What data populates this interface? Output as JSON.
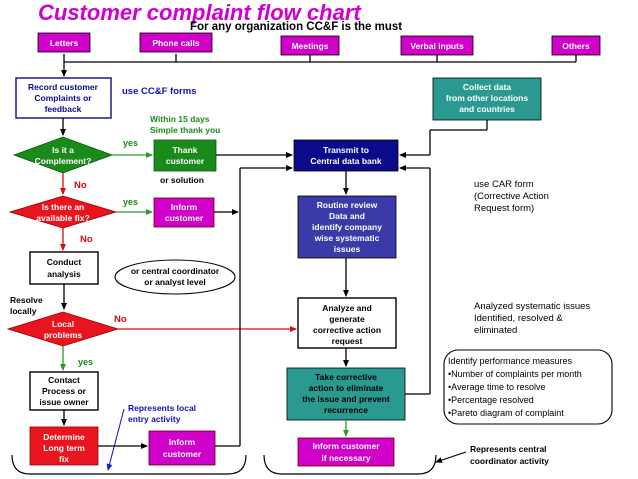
{
  "title": "Customer complaint flow chart",
  "subtitle": "For any organization CC&F is the must",
  "colors": {
    "title": "#d000d0",
    "magenta": "#d000c8",
    "green": "#1a8a1a",
    "red": "#e8141e",
    "teal": "#2a9a90",
    "navy": "#0a0a8a",
    "purple_box": "#3a3aa8",
    "blue_text": "#1010c0",
    "line_red": "#d01010",
    "line_green": "#2a9a2a",
    "line_blue": "#2020c0"
  },
  "inputs": [
    "Letters",
    "Phone calls",
    "Meetings",
    "Verbal inputs",
    "Others"
  ],
  "record": [
    "Record customer",
    "Complaints or",
    "feedback"
  ],
  "use_ccf": "use CC&F forms",
  "decision1": [
    "Is it a",
    "Complement?"
  ],
  "within_note": [
    "Within 15 days",
    "Simple thank you"
  ],
  "yes": "yes",
  "no": "No",
  "thank": [
    "Thank",
    "customer"
  ],
  "or_solution": "or solution",
  "decision2": [
    "Is there an",
    "available fix?"
  ],
  "inform1": [
    "Inform",
    "customer"
  ],
  "conduct": [
    "Conduct",
    "analysis"
  ],
  "or_central": [
    "or central coordinator",
    "or analyst level"
  ],
  "resolve_locally": [
    "Resolve",
    "locally"
  ],
  "decision3": [
    "Local",
    "problems"
  ],
  "contact": [
    "Contact",
    "Process or",
    "issue owner"
  ],
  "represents_local": [
    "Represents local",
    "entry activity"
  ],
  "determine": [
    "Determine",
    "Long term",
    "fix"
  ],
  "inform2": [
    "Inform",
    "customer"
  ],
  "transmit": [
    "Transmit to",
    "Central data bank"
  ],
  "collect": [
    "Collect data",
    "from other locations",
    "and countries"
  ],
  "routine": [
    "Routine review",
    "Data and",
    "identify company",
    "wise systematic",
    "issues"
  ],
  "analyze": [
    "Analyze and",
    "generate",
    "corrective action",
    "request"
  ],
  "take": [
    "Take corrective",
    "action to eliminate",
    "the issue and prevent",
    "recurrence"
  ],
  "inform_necessary": [
    "Inform customer",
    "if necessary"
  ],
  "car_form": [
    "use CAR form",
    "(Corrective Action",
    "Request form)"
  ],
  "analyzed_issues": [
    "Analyzed systematic issues",
    "Identified, resolved &",
    "eliminated"
  ],
  "perf": [
    "Identify performance measures",
    "•Number of complaints per month",
    "•Average time to resolve",
    "•Percentage resolved",
    "•Pareto diagram of complaint"
  ],
  "represents_central": [
    "Represents central",
    "coordinator activity"
  ]
}
